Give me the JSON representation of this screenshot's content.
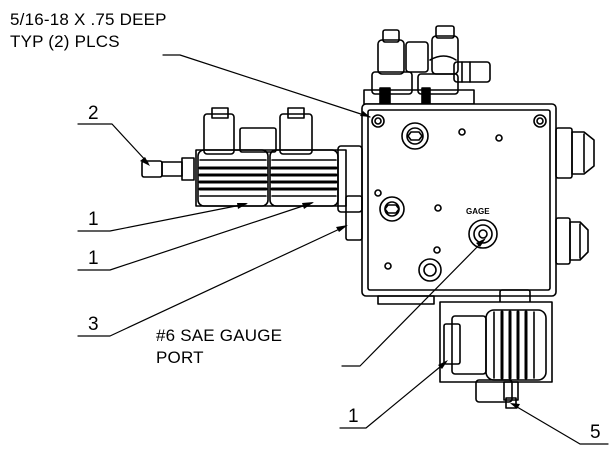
{
  "notes": {
    "thread_line1": "5/16-18 X .75 DEEP",
    "thread_line2": "TYP (2) PLCS",
    "gauge_line1": "#6 SAE GAUGE",
    "gauge_line2": "PORT",
    "gage_marking": "GAGE"
  },
  "callouts": {
    "item_2": "2",
    "item_1_upper": "1",
    "item_1_middle": "1",
    "item_3": "3",
    "item_1_lower": "1",
    "item_5": "5"
  }
}
